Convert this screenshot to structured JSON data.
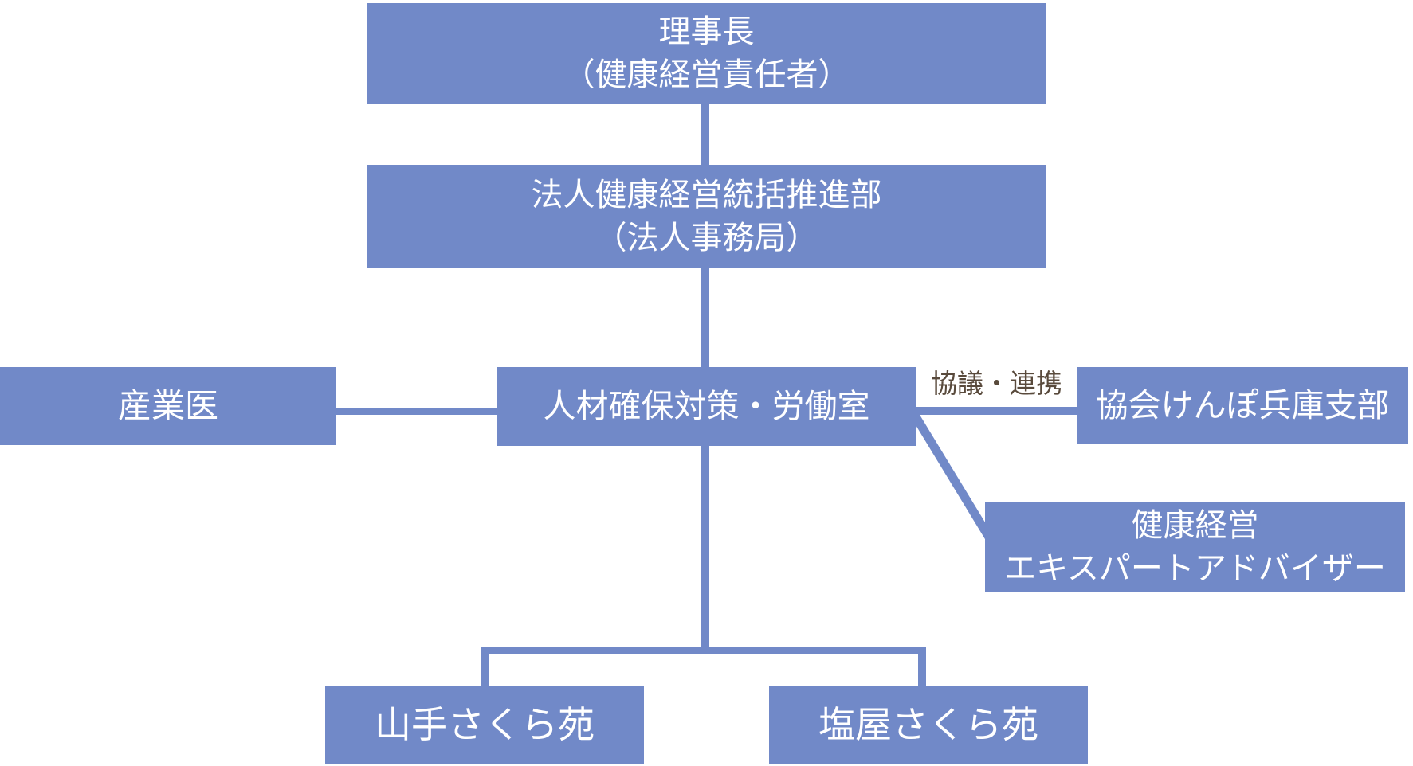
{
  "diagram": {
    "type": "org-chart",
    "colors": {
      "node_fill": "#7189c8",
      "node_text": "#ffffff",
      "edge_label_text": "#594a3c",
      "background": "#ffffff"
    },
    "nodes": {
      "chairman": {
        "line1": "理事長",
        "line2": "（健康経営責任者）"
      },
      "hq": {
        "line1": "法人健康経営統括推進部",
        "line2": "（法人事務局）"
      },
      "sangyoi": {
        "label": "産業医"
      },
      "jinzai": {
        "label": "人材確保対策・労働室"
      },
      "kyokai": {
        "label": "協会けんぽ兵庫支部"
      },
      "advisor": {
        "line1": "健康経営",
        "line2": "エキスパートアドバイザー"
      },
      "yamate": {
        "label": "山手さくら苑"
      },
      "shioya": {
        "label": "塩屋さくら苑"
      }
    },
    "edge_label": {
      "text": "協議・連携"
    }
  }
}
